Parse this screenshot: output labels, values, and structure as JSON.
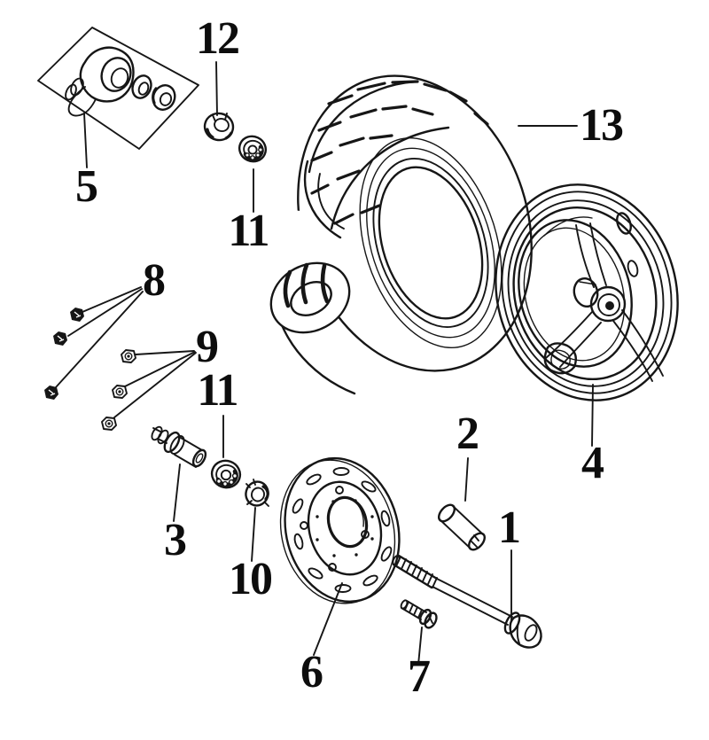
{
  "diagram": {
    "kind": "exploded-parts-line-drawing",
    "colors": {
      "line": "#161616",
      "background": "#ffffff",
      "text": "#0d0d0d"
    },
    "callouts": [
      {
        "part": "1",
        "label": "1"
      },
      {
        "part": "2",
        "label": "2"
      },
      {
        "part": "3",
        "label": "3"
      },
      {
        "part": "4",
        "label": "4"
      },
      {
        "part": "5",
        "label": "5"
      },
      {
        "part": "6",
        "label": "6"
      },
      {
        "part": "7",
        "label": "7"
      },
      {
        "part": "8",
        "label": "8"
      },
      {
        "part": "9",
        "label": "9"
      },
      {
        "part": "10",
        "label": "10"
      },
      {
        "part": "11",
        "label": "11"
      },
      {
        "part": "11",
        "label": "11"
      },
      {
        "part": "12",
        "label": "12"
      },
      {
        "part": "13",
        "label": "13"
      }
    ]
  }
}
